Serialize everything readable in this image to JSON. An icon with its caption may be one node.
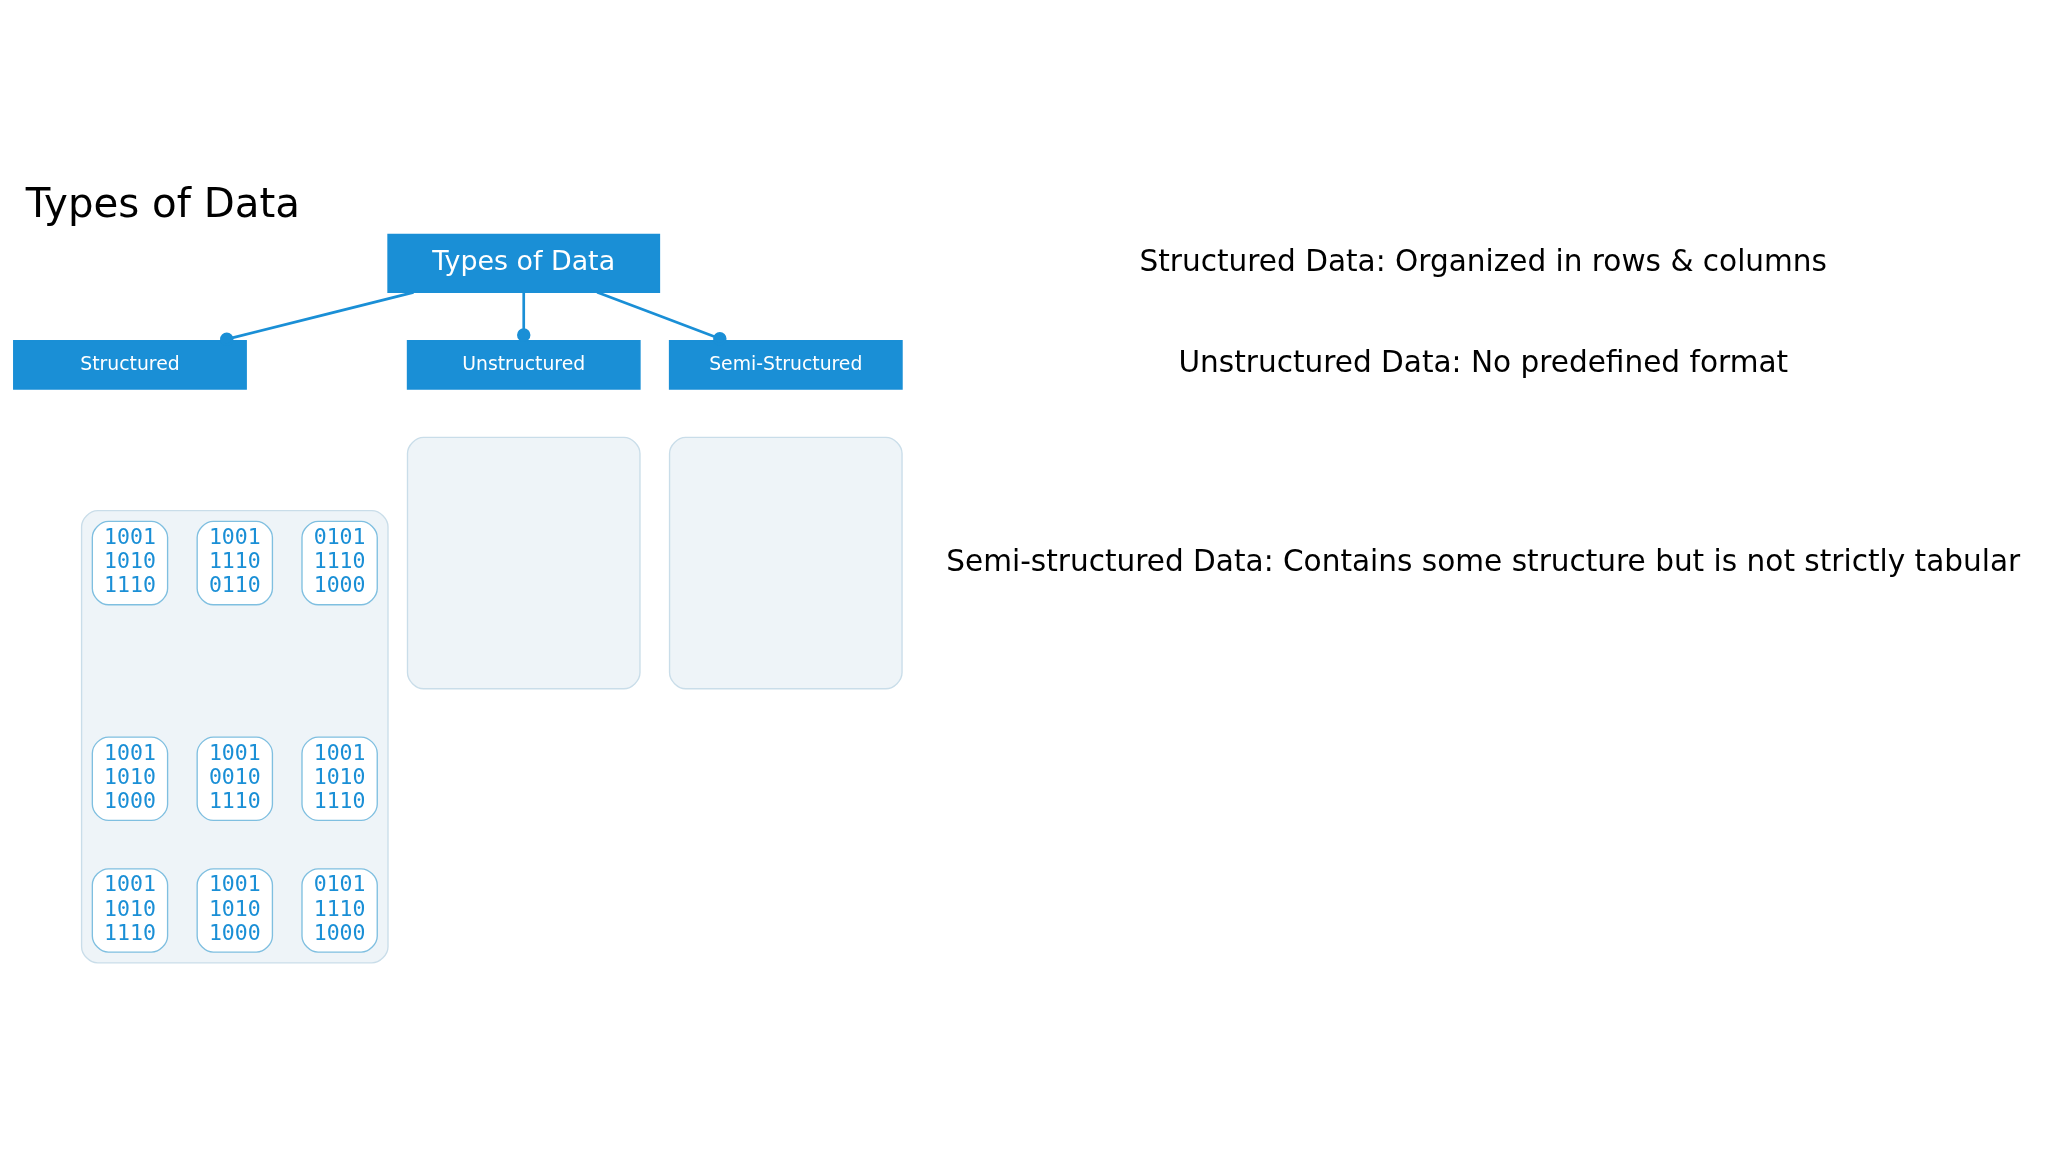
{
  "diagram": {
    "title": "Types of Data",
    "nodes": [
      {
        "text": [
          "Types of Data"
        ]
      },
      {
        "text": [
          "Structured"
        ]
      },
      {
        "text": [
          "Unstructured"
        ]
      },
      {
        "text": [
          "Semi-Structured"
        ]
      },
      {
        "text": [],
        "shape": "box"
      },
      {
        "text": [
          "1001 1010 1110"
        ],
        "in": 4
      },
      {
        "text": [
          "1001 1110 0110"
        ],
        "in": 4
      },
      {
        "text": [
          "0101 1110 1000"
        ],
        "in": 4
      },
      {
        "text": [
          "1001 1010 1000"
        ],
        "in": 4
      },
      {
        "text": [
          "1001 0010 1110"
        ],
        "in": 4
      },
      {
        "text": [
          "1001 1010 1110"
        ],
        "in": 4
      },
      {
        "text": [
          "1001 1010 1110"
        ],
        "in": 4
      },
      {
        "text": [
          "1001 1010 1000"
        ],
        "in": 4
      },
      {
        "text": [
          "0101 1110 1000"
        ],
        "in": 4
      },
      {
        "text": [],
        "shape": "box"
      },
      {
        "text": [],
        "shape": "box"
      }
    ],
    "edges": [
      {
        "from": 0,
        "to": 1,
        "arrow": "other"
      },
      {
        "from": 0,
        "to": 2,
        "arrow": "other"
      },
      {
        "from": 0,
        "to": 3,
        "arrow": "other"
      }
    ],
    "labels": [
      "Structured Data: Organized in rows & columns",
      "Unstructured Data: No predefined format",
      "Semi-structured Data: Contains some structure but is not strictly tabular"
    ]
  }
}
